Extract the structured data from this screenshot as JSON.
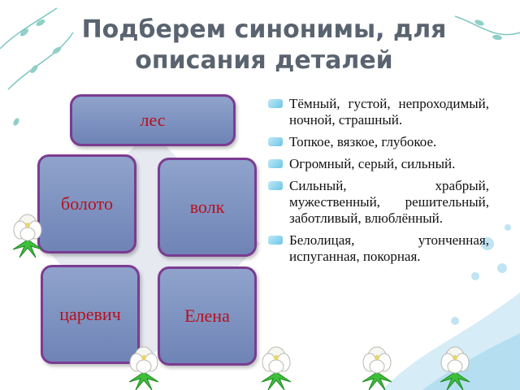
{
  "title": {
    "line1": "Подберем синонимы, для",
    "line2": "описания деталей"
  },
  "words": [
    {
      "label": "лес"
    },
    {
      "label": "болото"
    },
    {
      "label": "волк"
    },
    {
      "label": "царевич"
    },
    {
      "label": "Елена"
    }
  ],
  "synonyms": [
    "Тёмный, густой, непроходимый, ночной, страшный.",
    "Топкое, вязкое, глубокое.",
    "Огромный, серый, сильный.",
    "Сильный, храбрый, мужественный, решительный, заботливый, влюблённый.",
    "Белолицая, утонченная, испуганная, покорная."
  ],
  "colors": {
    "box_fill": "#7f93c2",
    "box_border": "#7b3c91",
    "box_text": "#b8101c",
    "title_text": "#5a6470",
    "bullet": "#8fd4ee"
  },
  "icons": {
    "decor": "white-flower-icon",
    "bullet": "cyan-bullet-icon"
  }
}
